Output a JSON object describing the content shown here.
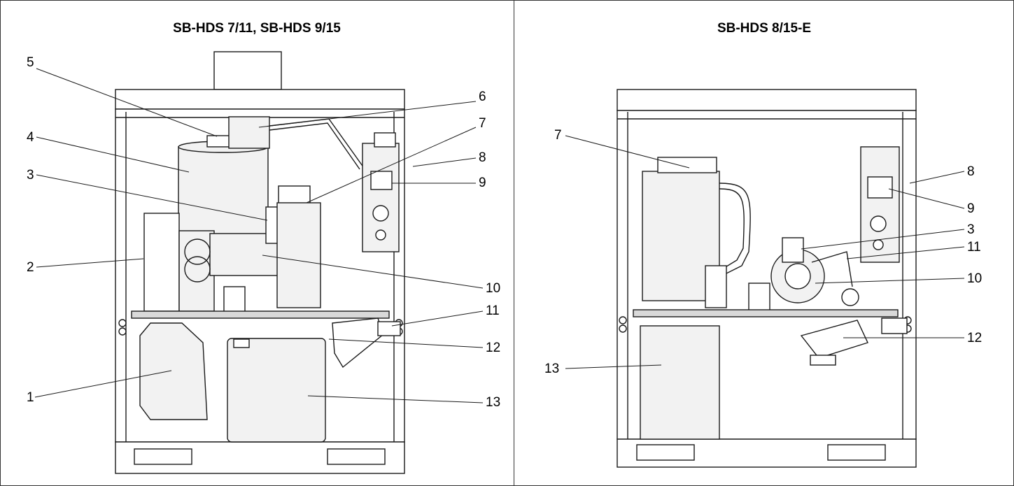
{
  "left_panel": {
    "title": "SB-HDS 7/11, SB-HDS 9/15",
    "callouts": [
      "1",
      "2",
      "3",
      "4",
      "5",
      "6",
      "7",
      "8",
      "9",
      "10",
      "11",
      "12",
      "13"
    ]
  },
  "right_panel": {
    "title": "SB-HDS 8/15-E",
    "callouts": [
      "7",
      "8",
      "9",
      "3",
      "11",
      "10",
      "12",
      "13"
    ]
  },
  "colors": {
    "line": "#1a1a1a",
    "fill_light": "#f2f2f2",
    "fill_mid": "#d9d9d9"
  }
}
